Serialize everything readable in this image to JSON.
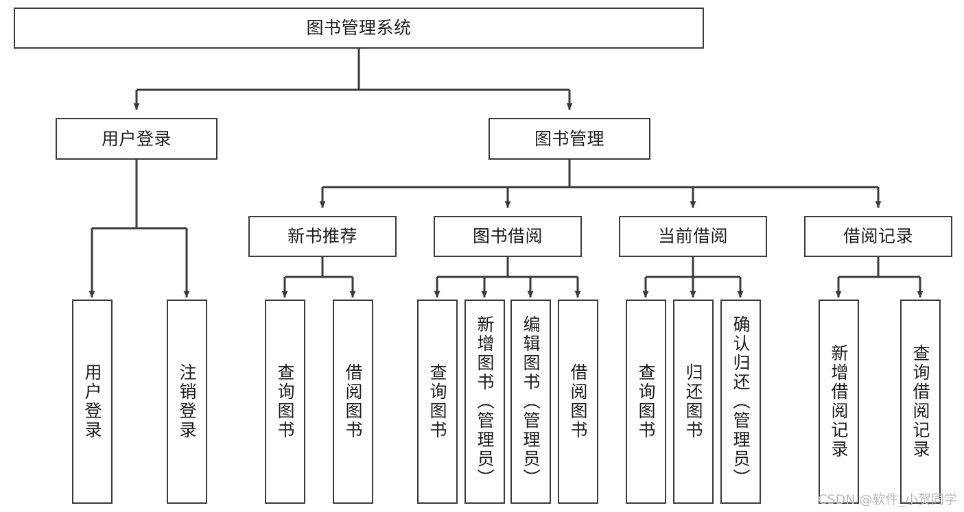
{
  "diagram": {
    "title": "图书管理系统",
    "type": "hierarchy-tree",
    "root": {
      "id": "root",
      "label": "图书管理系统"
    },
    "level2": [
      {
        "id": "user-login",
        "label": "用户登录"
      },
      {
        "id": "book-manage",
        "label": "图书管理"
      }
    ],
    "level3": [
      {
        "id": "new-book-recommend",
        "label": "新书推荐"
      },
      {
        "id": "book-borrow",
        "label": "图书借阅"
      },
      {
        "id": "current-borrow",
        "label": "当前借阅"
      },
      {
        "id": "borrow-record",
        "label": "借阅记录"
      }
    ],
    "leaves": {
      "user_login": [
        {
          "id": "leaf-user-login",
          "label": "用户登录"
        },
        {
          "id": "leaf-logout",
          "label": "注销登录"
        }
      ],
      "new_book_recommend": [
        {
          "id": "leaf-query-book-1",
          "label": "查询图书"
        },
        {
          "id": "leaf-borrow-book-1",
          "label": "借阅图书"
        }
      ],
      "book_borrow": [
        {
          "id": "leaf-query-book-2",
          "label": "查询图书"
        },
        {
          "id": "leaf-add-book",
          "label": "新增图书（管理员）"
        },
        {
          "id": "leaf-edit-book",
          "label": "编辑图书（管理员）"
        },
        {
          "id": "leaf-borrow-book-2",
          "label": "借阅图书"
        }
      ],
      "current_borrow": [
        {
          "id": "leaf-query-book-3",
          "label": "查询图书"
        },
        {
          "id": "leaf-return-book",
          "label": "归还图书"
        },
        {
          "id": "leaf-confirm-return",
          "label": "确认归还（管理员）"
        }
      ],
      "borrow_record": [
        {
          "id": "leaf-add-record",
          "label": "新增借阅记录"
        },
        {
          "id": "leaf-query-record",
          "label": "查询借阅记录"
        }
      ]
    },
    "colors": {
      "stroke": "#3a3a3a",
      "fill": "#ffffff",
      "text": "#1a1a1a",
      "watermark": "#b9b9b9"
    }
  },
  "watermark": {
    "text": "CSDN @软件_小贺同学"
  }
}
